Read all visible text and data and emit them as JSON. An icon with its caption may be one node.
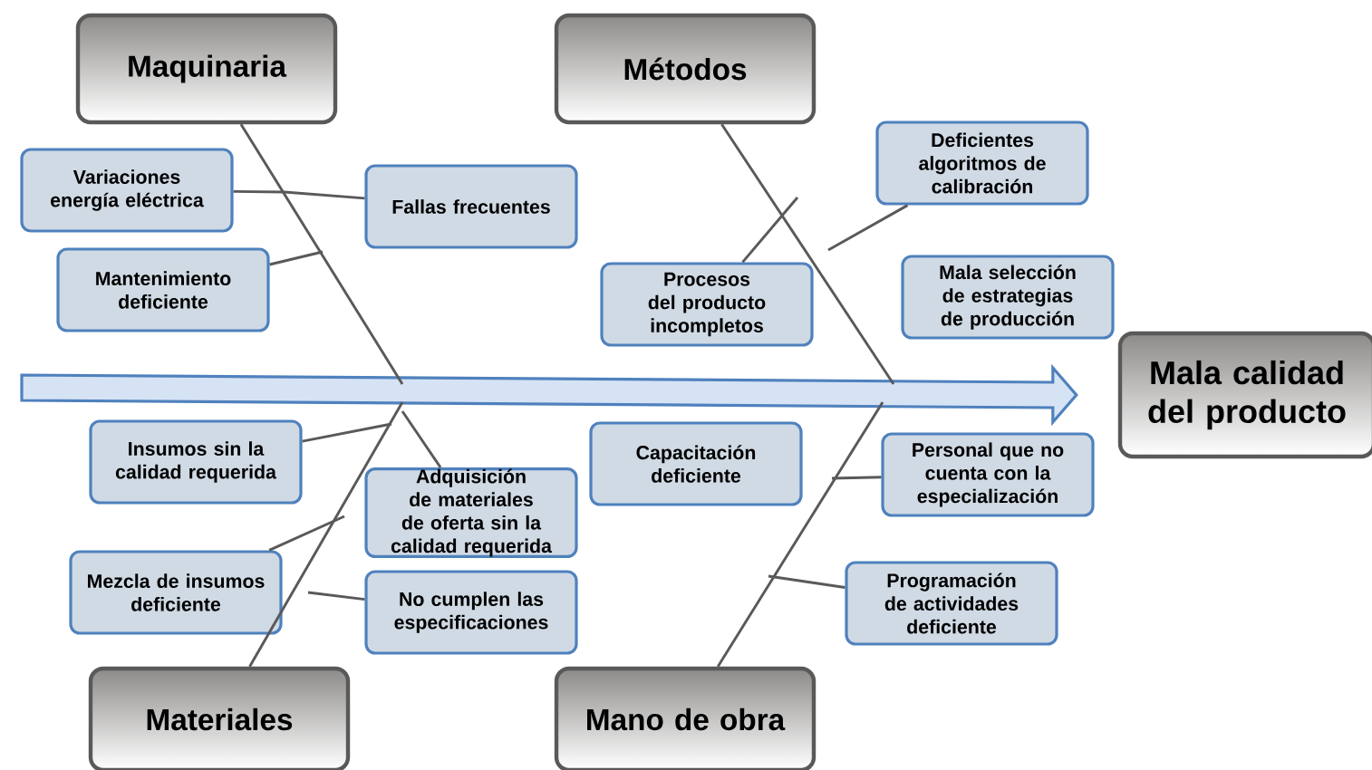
{
  "diagram": {
    "nodes": [
      {
        "text": [
          "Maquinaria"
        ]
      },
      {
        "text": [
          "Variaciones energía eléctrica"
        ]
      },
      {
        "text": [
          "Fallas frecuentes"
        ]
      },
      {
        "text": [
          "Mantenimiento deficiente"
        ]
      },
      {
        "text": [
          "Métodos"
        ]
      },
      {
        "text": [
          "Deficientes algoritmos de calibración"
        ]
      },
      {
        "text": [
          "Procesos del producto incompletos"
        ]
      },
      {
        "text": [
          "Mala selección de estrategias de producción"
        ]
      },
      {
        "text": [
          "Mala calidad del producto"
        ]
      },
      {
        "text": [
          "Insumos sin la calidad requerida"
        ]
      },
      {
        "text": [
          "Adquisición de materiales de oferta sin la calidad requerida"
        ]
      },
      {
        "text": [
          "Capacitación deficiente"
        ]
      },
      {
        "text": [
          "Personal que no cuenta con la especialización"
        ]
      },
      {
        "text": [
          "Mezcla de insumos deficiente"
        ]
      },
      {
        "text": [
          "No cumplen las especificaciones"
        ]
      },
      {
        "text": [
          "Programación de actividades deficiente"
        ]
      },
      {
        "text": [
          "Materiales"
        ]
      },
      {
        "text": [
          "Mano de obra"
        ]
      }
    ],
    "edges": [
      {
        "from": null,
        "to": 8,
        "arrow": "to",
        "style": "thick"
      },
      {
        "from": 0,
        "to": null,
        "arrow": "none"
      },
      {
        "from": 4,
        "to": null,
        "arrow": "none"
      },
      {
        "from": 16,
        "to": null,
        "arrow": "none"
      },
      {
        "from": 17,
        "to": null,
        "arrow": "none"
      },
      {
        "from": 1,
        "to": null,
        "arrow": "none"
      },
      {
        "from": 2,
        "to": null,
        "arrow": "none"
      },
      {
        "from": 3,
        "to": null,
        "arrow": "none"
      },
      {
        "from": 5,
        "to": null,
        "arrow": "none"
      },
      {
        "from": 6,
        "to": null,
        "arrow": "none"
      },
      {
        "from": 9,
        "to": null,
        "arrow": "none"
      },
      {
        "from": 10,
        "to": null,
        "arrow": "none"
      },
      {
        "from": 13,
        "to": null,
        "arrow": "none"
      },
      {
        "from": 14,
        "to": null,
        "arrow": "none"
      },
      {
        "from": 12,
        "to": null,
        "arrow": "none"
      },
      {
        "from": 15,
        "to": null,
        "arrow": "none"
      }
    ]
  }
}
